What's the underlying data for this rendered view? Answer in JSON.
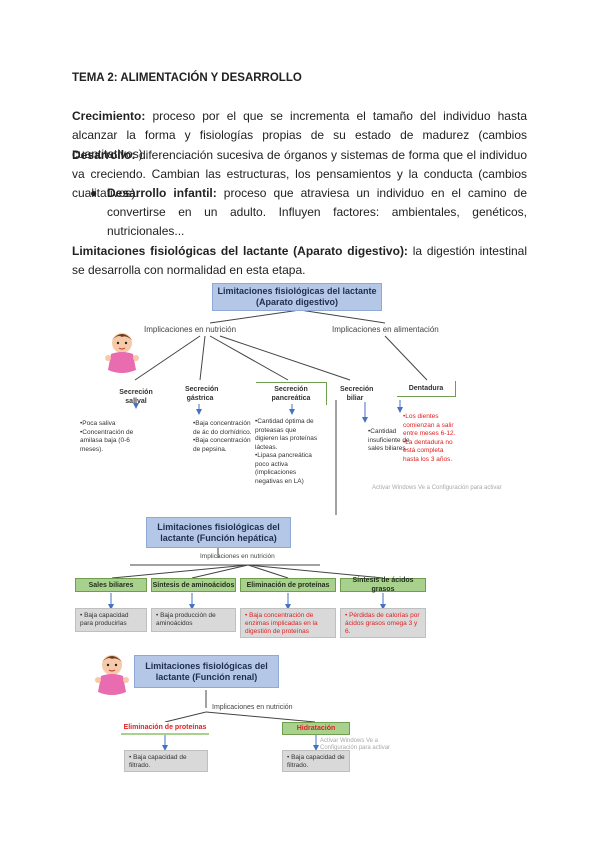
{
  "doc": {
    "title": "TEMA 2: ALIMENTACIÓN Y DESARROLLO",
    "p1_term": "Crecimiento:",
    "p1_text": " proceso por el que se incrementa el tamaño del individuo hasta alcanzar la forma y fisiologías propias de su estado de madurez (cambios cuantitativos).",
    "p2_term": "Desarrollo:",
    "p2_text": " diferenciación sucesiva de órganos y sistemas de forma que el individuo va creciendo. Cambian las estructuras, los pensamientos y la conducta (cambios cualitativos).",
    "bullet_term": "Desarrollo infantil:",
    "bullet_text": " proceso que atraviesa un individuo en el camino de convertirse en un adulto. Influyen factores: ambientales, genéticos, nutricionales...",
    "p3_term": "Limitaciones fisiológicas del lactante (Aparato digestivo):",
    "p3_text": " la digestión intestinal se desarrolla con normalidad en esta etapa."
  },
  "d1": {
    "title": "Limitaciones fisiológicas del lactante (Aparato digestivo)",
    "left_label": "Implicaciones en nutrición",
    "right_label": "Implicaciones en alimentación",
    "heads": [
      "Secreción salival",
      "Secreción gástrica",
      "Secreción pancreática",
      "Secreción biliar",
      "Dentadura"
    ],
    "notes": [
      "•Poca saliva\n•Concentración de amilasa baja (0-6 meses).",
      "•Baja concentración de ác do clorhídrico.\n•Baja concentración de pepsina.",
      "•Cantidad óptima de proteasas que digieren las proteínas lácteas.\n•Lipasa pancreática poco activa (implicaciones negativas en LA)",
      "•Cantidad insuficiente de sales biliares.",
      "•Los dientes comienzan a salir entre meses 6-12.\n•La dentadura no está completa hasta los 3 años."
    ],
    "watermark": "Activar Windows  Ve a Configuración para activar"
  },
  "d2": {
    "title": "Limitaciones fisiológicas del lactante (Función hepática)",
    "label": "Implicaciones en nutrición",
    "boxes": [
      "Sales biliares",
      "Síntesis de aminoácidos",
      "Eliminación de proteínas",
      "Síntesis de ácidos grasos"
    ],
    "notes": [
      "• Baja capacidad para producirlas",
      "• Baja producción de aminoácidos",
      "• Baja concentración de enzimas implicadas en la digestión de proteínas",
      "• Pérdidas de calorías por ácidos grasos omega 3 y 6."
    ]
  },
  "d3": {
    "title": "Limitaciones fisiológicas del lactante (Función renal)",
    "label": "Implicaciones en nutrición",
    "boxes": [
      "Eliminación de proteínas",
      "Hidratación"
    ],
    "notes": [
      "• Baja capacidad de filtrado.",
      "• Baja capacidad de filtrado."
    ],
    "watermark": "Activar Windows  Ve a Configuración para activar Windows."
  },
  "colors": {
    "box_blue": "#b4c7e7",
    "box_green": "#a9d18e",
    "box_gray": "#d9d9d9",
    "red_text": "#e02020",
    "arrow": "#4472c4"
  }
}
